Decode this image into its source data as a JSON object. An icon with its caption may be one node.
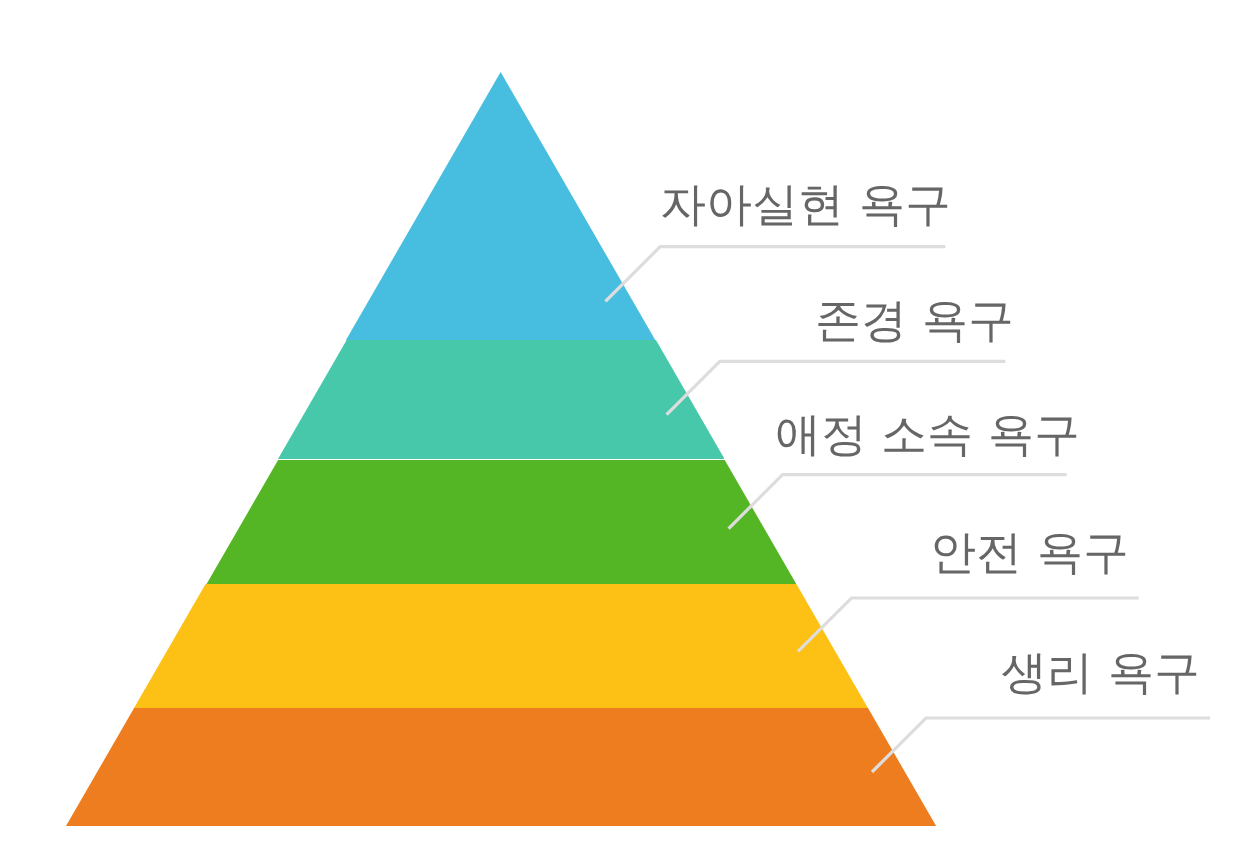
{
  "diagram": {
    "nodes": [
      {
        "text": [],
        "shape": "triangle"
      },
      {
        "text": [],
        "shape": "trapezoid"
      },
      {
        "text": [],
        "shape": "trapezoid"
      },
      {
        "text": [],
        "shape": "trapezoid"
      },
      {
        "text": [],
        "shape": "trapezoid"
      },
      {
        "text": [
          "자아실현 욕구"
        ]
      },
      {
        "text": [
          "존경 욕구"
        ]
      },
      {
        "text": [
          "애정 소속 욕구"
        ]
      },
      {
        "text": [
          "안전 욕구"
        ]
      },
      {
        "text": [
          "생리 욕구"
        ]
      }
    ],
    "edges": [
      {
        "from": 5,
        "to": 0,
        "arrow": "none"
      },
      {
        "from": 6,
        "to": 1,
        "arrow": "none"
      },
      {
        "from": 7,
        "to": 2,
        "arrow": "none"
      },
      {
        "from": 8,
        "to": 3,
        "arrow": "none"
      },
      {
        "from": 9,
        "to": 4,
        "arrow": "none"
      }
    ]
  }
}
